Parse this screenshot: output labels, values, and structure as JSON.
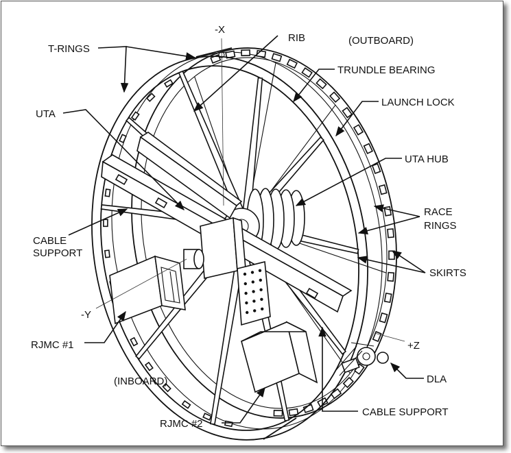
{
  "labels": {
    "t_rings": "T-RINGS",
    "minus_x": "-X",
    "rib": "RIB",
    "outboard": "(OUTBOARD)",
    "trundle_bearing": "TRUNDLE BEARING",
    "launch_lock": "LAUNCH LOCK",
    "uta": "UTA",
    "uta_hub": "UTA HUB",
    "race_rings": [
      "RACE",
      "RINGS"
    ],
    "cable_support_left": [
      "CABLE",
      "SUPPORT"
    ],
    "skirts": "SKIRTS",
    "minus_y": "-Y",
    "rjmc_1": "RJMC #1",
    "plus_z": "+Z",
    "inboard": "(INBOARD)",
    "dla": "DLA",
    "cable_support_bottom": "CABLE SUPPORT",
    "rjmc_2": "RJMC #2"
  },
  "colors": {
    "ink": "#111111",
    "paper": "#ffffff",
    "frame": "#555555"
  }
}
